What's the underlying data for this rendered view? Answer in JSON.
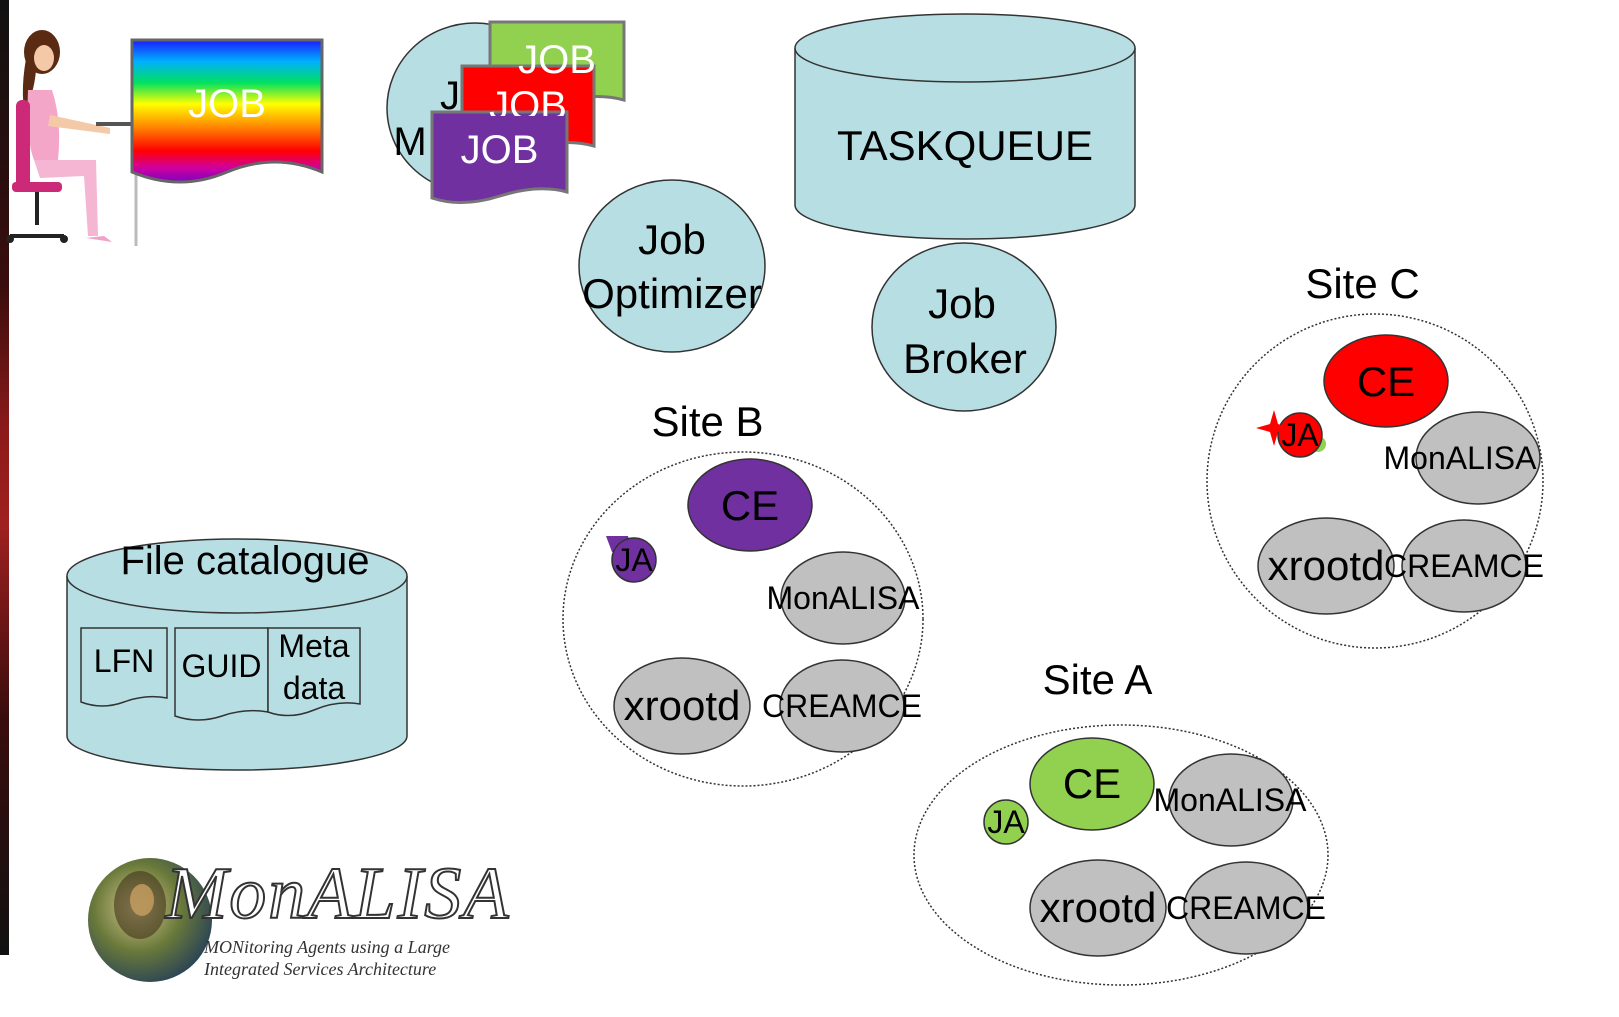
{
  "submit": {
    "job_label": "JOB"
  },
  "job_manager": {
    "label_line1": "J",
    "label_line2": "M",
    "cards": [
      "JOB",
      "JOB",
      "JOB"
    ]
  },
  "taskqueue": {
    "label": "TASKQUEUE"
  },
  "job_optimizer": {
    "line1": "Job",
    "line2": "Optimizer"
  },
  "job_broker": {
    "line1": "Job",
    "line2": "Broker"
  },
  "file_catalogue": {
    "title": "File catalogue",
    "docs": {
      "lfn": "LFN",
      "guid": "GUID",
      "meta_line1": "Meta",
      "meta_line2": "data"
    }
  },
  "sites": {
    "b": {
      "name": "Site B",
      "ce": "CE",
      "ja": "JA",
      "monalisa": "MonALISA",
      "xrootd": "xrootd",
      "creamce": "CREAMCE"
    },
    "a": {
      "name": "Site A",
      "ce": "CE",
      "ja": "JA",
      "monalisa": "MonALISA",
      "xrootd": "xrootd",
      "creamce": "CREAMCE"
    },
    "c": {
      "name": "Site C",
      "ce": "CE",
      "ja": "JA",
      "monalisa": "MonALISA",
      "xrootd": "xrootd",
      "creamce": "CREAMCE"
    }
  },
  "logo": {
    "name": "MonALISA",
    "tagline1": "MONitoring Agents using a Large",
    "tagline2": "Integrated Services Architecture"
  },
  "colors": {
    "teal": "#b7dfe3",
    "grey": "#c0c0c0",
    "site_b": "#7030a0",
    "site_a": "#92d050",
    "site_c": "#ff0000",
    "job_green": "#92d050",
    "job_red": "#ff0000",
    "job_purple": "#7030a0"
  }
}
